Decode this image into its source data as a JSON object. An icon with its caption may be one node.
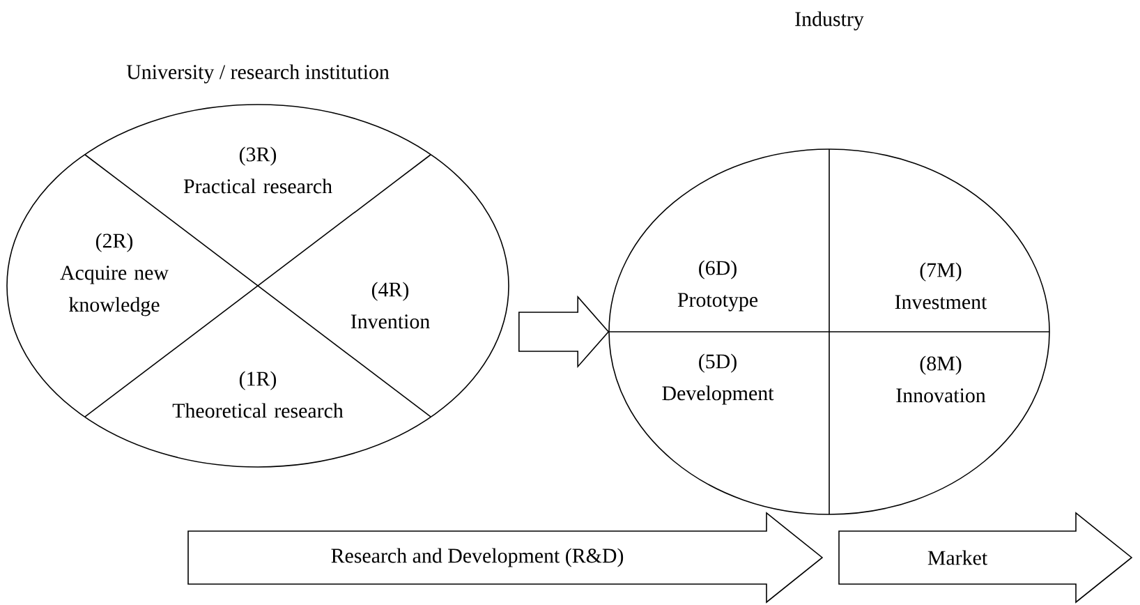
{
  "diagram": {
    "nodes": [
      {
        "text": [
          "University / research institution"
        ]
      },
      {
        "text": [
          "(3R)",
          "Practical research"
        ],
        "in": 0
      },
      {
        "text": [
          "(2R)",
          "Acquire new knowledge"
        ],
        "in": 0
      },
      {
        "text": [
          "(4R)",
          "Invention"
        ],
        "in": 0
      },
      {
        "text": [
          "(1R)",
          "Theoretical research"
        ],
        "in": 0
      },
      {
        "text": [],
        "shape": "ellipse"
      },
      {
        "text": [
          "(6D)",
          "Prototype"
        ],
        "in": 5
      },
      {
        "text": [
          "(7M)",
          "Investment"
        ],
        "in": 5
      },
      {
        "text": [
          "(5D)",
          "Development"
        ],
        "in": 5
      },
      {
        "text": [
          "(8M)",
          "Innovation"
        ],
        "in": 5
      },
      {
        "text": [
          "Research and Development (R&D)"
        ]
      },
      {
        "text": [
          "Market"
        ]
      }
    ],
    "edges": [
      {
        "from": 0,
        "to": 5,
        "arrow": "to"
      }
    ],
    "labels": [
      "Industry"
    ]
  }
}
